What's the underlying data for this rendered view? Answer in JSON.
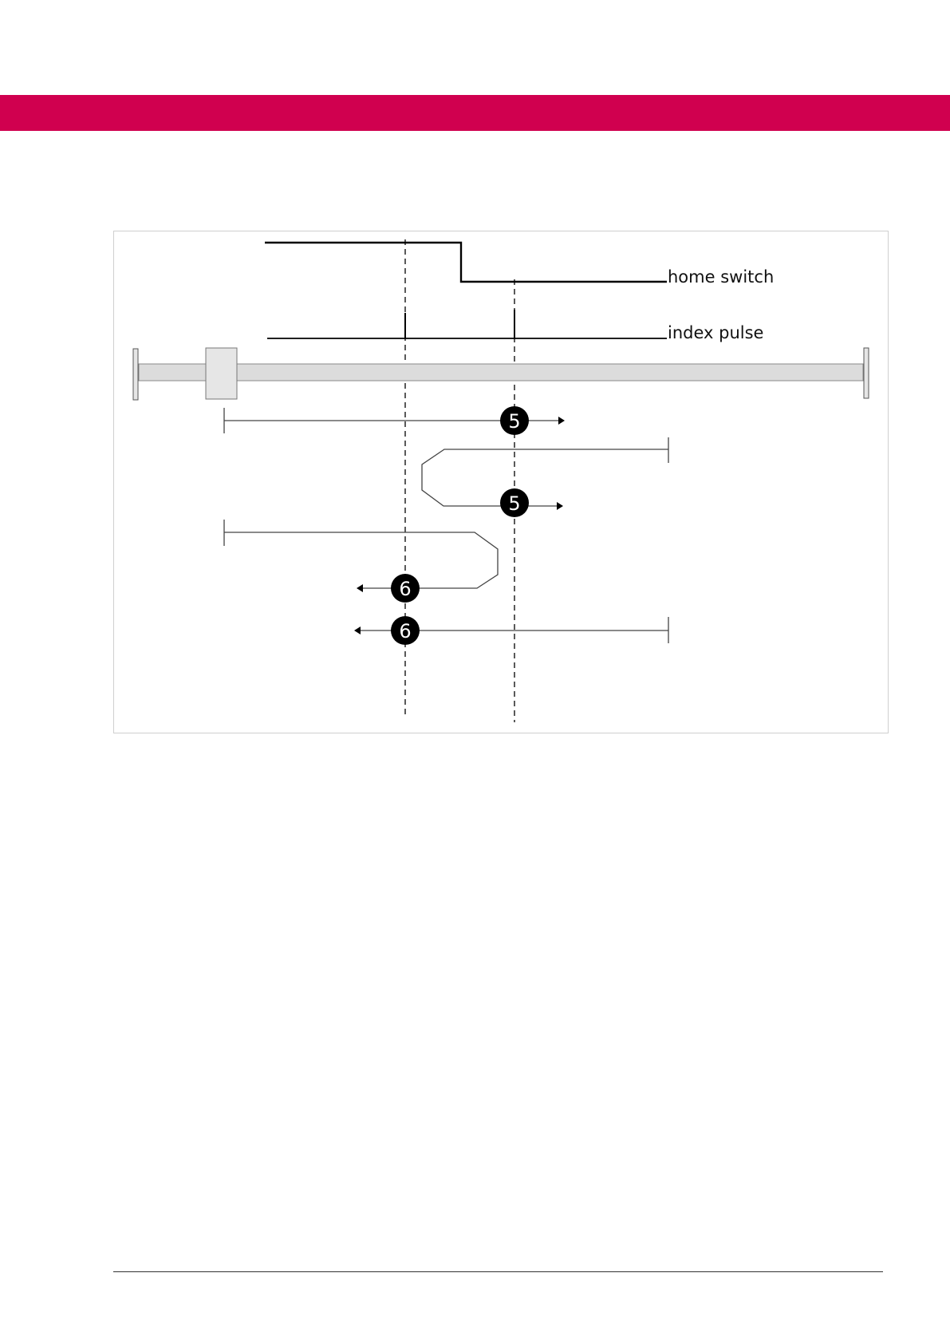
{
  "colors": {
    "header_band": "#d0004f",
    "signal": "#000000",
    "rail": "#dcdcdc",
    "rail_border": "#8a8a8a",
    "carriage": "#e6e6e6",
    "path": "#444444",
    "marker_fill": "#000000"
  },
  "diagram": {
    "signals": {
      "home_switch": "home switch",
      "index_pulse": "index pulse"
    },
    "markers": [
      {
        "id": "m5a",
        "label": "5",
        "direction": "right"
      },
      {
        "id": "m5b",
        "label": "5",
        "direction": "right"
      },
      {
        "id": "m6a",
        "label": "6",
        "direction": "left"
      },
      {
        "id": "m6b",
        "label": "6",
        "direction": "left"
      }
    ]
  }
}
